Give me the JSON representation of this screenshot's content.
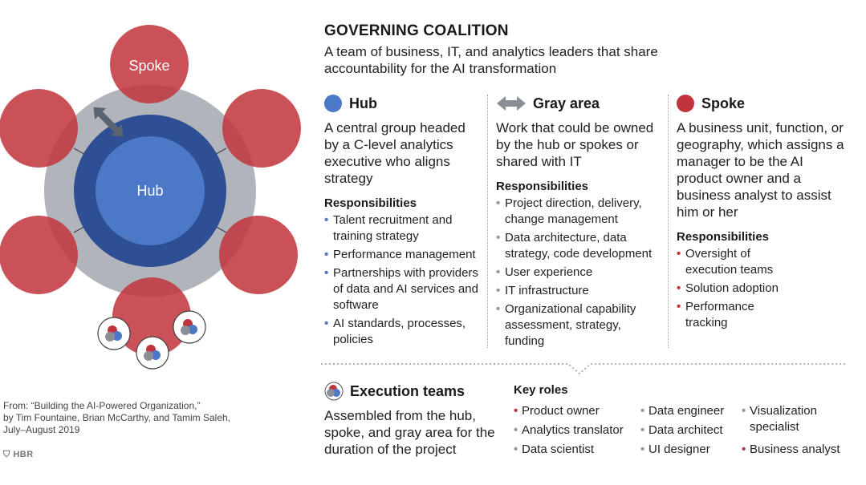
{
  "diagram": {
    "hub_label": "Hub",
    "spoke_label": "Spoke",
    "colors": {
      "hub": "#4c78c8",
      "hub_ring": "#2e4f93",
      "gray_ring": "#b1b5bb",
      "spoke": "#c1343d"
    }
  },
  "title": "GOVERNING COALITION",
  "subtitle": "A team of business, IT, and analytics leaders that share accountability for the AI transformation",
  "hub": {
    "heading": "Hub",
    "description": "A central group headed by a C-level analytics executive who aligns strategy",
    "resp_heading": "Responsibilities",
    "items": [
      "Talent recruitment and training strategy",
      "Performance management",
      "Partnerships with providers of data and AI services and software",
      "AI standards, processes, policies"
    ]
  },
  "gray": {
    "heading": "Gray area",
    "description": "Work that could be owned by the hub or spokes or shared with IT",
    "resp_heading": "Responsibilities",
    "items": [
      "Project direction, delivery, change management",
      "Data architecture, data strategy, code development",
      "User experience",
      "IT infrastructure",
      "Organizational capability assessment, strategy, funding"
    ]
  },
  "spoke": {
    "heading": "Spoke",
    "description": "A business unit, function, or geography, which assigns a manager to be the AI product owner and a business analyst to assist him or her",
    "resp_heading": "Responsibilities",
    "items": [
      "Oversight of execution teams",
      "Solution adoption",
      "Performance tracking"
    ]
  },
  "execution": {
    "heading": "Execution teams",
    "description": "Assembled from the hub, spoke, and gray area for the duration of the project",
    "key_roles_heading": "Key roles",
    "roles": [
      {
        "label": "Product owner",
        "group": "spoke"
      },
      {
        "label": "Analytics translator",
        "group": "gray"
      },
      {
        "label": "Data scientist",
        "group": "gray"
      },
      {
        "label": "Data engineer",
        "group": "gray"
      },
      {
        "label": "Data architect",
        "group": "gray"
      },
      {
        "label": "UI designer",
        "group": "gray"
      },
      {
        "label": "Visualization specialist",
        "group": "gray"
      },
      {
        "label": "Business analyst",
        "group": "spoke"
      }
    ]
  },
  "source": {
    "line1": "From: “Building the AI-Powered Organization,”",
    "line2": "by Tim Fountaine, Brian McCarthy, and Tamim Saleh,",
    "line3": "July–August 2019"
  },
  "brand": "HBR"
}
